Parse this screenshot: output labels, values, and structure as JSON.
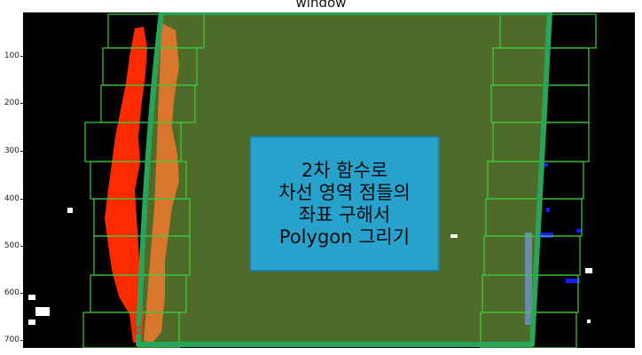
{
  "figure": {
    "title": "window",
    "y_ticks": [
      "100",
      "200",
      "300",
      "400",
      "500",
      "600",
      "700"
    ]
  },
  "annotation": {
    "lines": [
      "2차 함수로",
      "차선 영역 점들의",
      "좌표 구해서",
      "Polygon 그리기"
    ]
  },
  "colors": {
    "background": "#000000",
    "window_box": "#3ecf3e",
    "lane_area_fill": "#4e6b2a",
    "polygon_outline": "#27a65a",
    "left_lane_pixels": "#ff2a00",
    "left_lane_overlay": "#d8762c",
    "right_lane_pixels": "#1a1aff",
    "right_lane_overlay": "#6a8aa8",
    "annotation_box": "#27a2cc"
  }
}
